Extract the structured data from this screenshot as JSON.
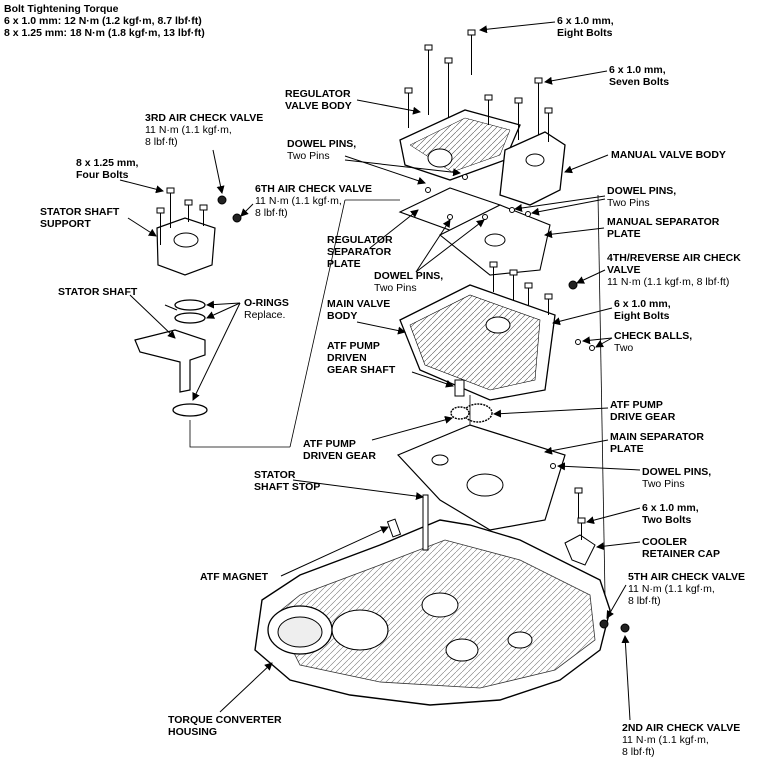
{
  "torque_header": {
    "title": "Bolt Tightening Torque",
    "line1": "6 x 1.0 mm: 12 N·m (1.2 kgf·m, 8.7 lbf·ft)",
    "line2": "8 x 1.25 mm: 18 N·m (1.8 kgf·m, 13 lbf·ft)"
  },
  "labels": {
    "bolts_6x1_eight_top": [
      "6 x 1.0 mm,",
      "Eight Bolts"
    ],
    "bolts_6x1_seven": [
      "6 x 1.0 mm,",
      "Seven Bolts"
    ],
    "regulator_valve_body": [
      "REGULATOR",
      "VALVE BODY"
    ],
    "third_air_check": [
      "3RD AIR CHECK VALVE",
      "11 N·m (1.1 kgf·m,",
      "8 lbf·ft)"
    ],
    "dowel_pins_1": [
      "DOWEL PINS,",
      "Two Pins"
    ],
    "manual_valve_body": [
      "MANUAL VALVE BODY"
    ],
    "bolts_8x125_four": [
      "8 x 1.25 mm,",
      "Four Bolts"
    ],
    "sixth_air_check": [
      "6TH AIR CHECK VALVE",
      "11 N·m (1.1 kgf·m,",
      "8 lbf·ft)"
    ],
    "dowel_pins_2": [
      "DOWEL PINS,",
      "Two Pins"
    ],
    "stator_shaft_support": [
      "STATOR SHAFT",
      "SUPPORT"
    ],
    "manual_separator_plate": [
      "MANUAL SEPARATOR",
      "PLATE"
    ],
    "regulator_separator_plate": [
      "REGULATOR",
      "SEPARATOR",
      "PLATE"
    ],
    "dowel_pins_3": [
      "DOWEL PINS,",
      "Two Pins"
    ],
    "fourth_reverse_air_check": [
      "4TH/REVERSE AIR CHECK",
      "VALVE",
      "11 N·m (1.1 kgf·m, 8 lbf·ft)"
    ],
    "stator_shaft": [
      "STATOR SHAFT"
    ],
    "o_rings": [
      "O-RINGS",
      "Replace."
    ],
    "main_valve_body": [
      "MAIN VALVE",
      "BODY"
    ],
    "bolts_6x1_eight_mid": [
      "6 x 1.0 mm,",
      "Eight Bolts"
    ],
    "check_balls": [
      "CHECK BALLS,",
      "Two"
    ],
    "atf_pump_driven_gear_shaft": [
      "ATF PUMP",
      "DRIVEN",
      "GEAR SHAFT"
    ],
    "atf_pump_drive_gear": [
      "ATF PUMP",
      "DRIVE GEAR"
    ],
    "atf_pump_driven_gear": [
      "ATF PUMP",
      "DRIVEN GEAR"
    ],
    "main_separator_plate": [
      "MAIN SEPARATOR",
      "PLATE"
    ],
    "stator_shaft_stop": [
      "STATOR",
      "SHAFT STOP"
    ],
    "dowel_pins_4": [
      "DOWEL PINS,",
      "Two Pins"
    ],
    "bolts_6x1_two": [
      "6 x 1.0 mm,",
      "Two Bolts"
    ],
    "cooler_retainer_cap": [
      "COOLER",
      "RETAINER CAP"
    ],
    "atf_magnet": [
      "ATF MAGNET"
    ],
    "fifth_air_check": [
      "5TH AIR CHECK VALVE",
      "11 N·m (1.1 kgf·m,",
      "8 lbf·ft)"
    ],
    "torque_converter_housing": [
      "TORQUE CONVERTER",
      "HOUSING"
    ],
    "second_air_check": [
      "2ND AIR CHECK VALVE",
      "11 N·m (1.1 kgf·m,",
      "8 lbf·ft)"
    ]
  }
}
